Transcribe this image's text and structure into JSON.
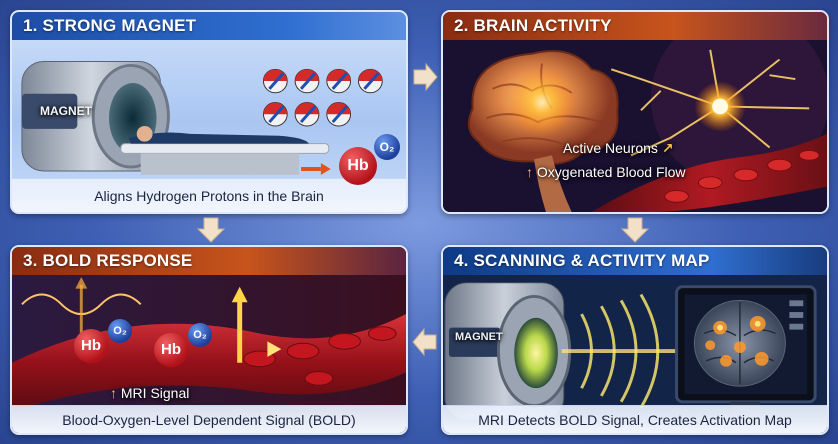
{
  "panels": [
    {
      "step": "1. STRONG MAGNET",
      "caption": "Aligns Hydrogen Protons in the Brain",
      "labels": {
        "magnet": "MAGNET",
        "hb": "Hb",
        "o2": "O₂"
      }
    },
    {
      "step": "2. BRAIN ACTIVITY",
      "labels": {
        "neurons": "Active Neurons",
        "blood_flow": "Oxygenated Blood Flow"
      }
    },
    {
      "step": "3. BOLD RESPONSE",
      "caption": "Blood-Oxygen-Level Dependent Signal (BOLD)",
      "labels": {
        "hb": "Hb",
        "o2": "O₂",
        "mri_signal": "MRI Signal"
      }
    },
    {
      "step": "4. SCANNING & ACTIVITY MAP",
      "caption": "MRI Detects BOLD Signal, Creates Activation Map",
      "labels": {
        "magnet": "MAGNET"
      }
    }
  ],
  "icons": {
    "up_arrow": "↑",
    "diag_arrow": "↗"
  },
  "colors": {
    "blue_header": "#2f6fd0",
    "orange_header": "#c7541c",
    "flow_arrow": "#f2e0c8",
    "hemoglobin_red": "#c3161f"
  }
}
